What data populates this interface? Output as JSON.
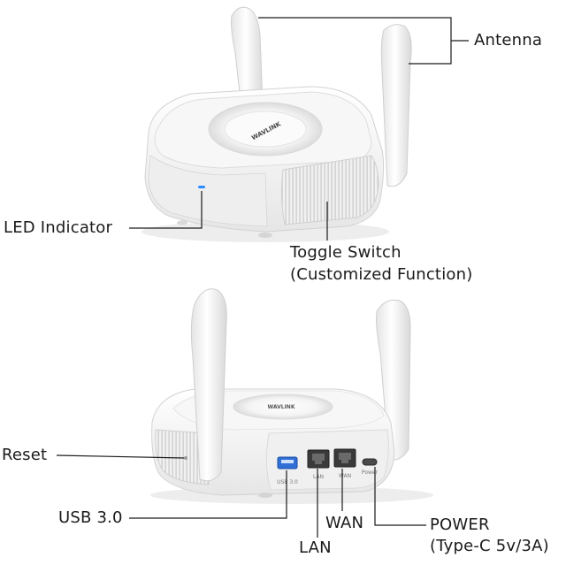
{
  "brand": {
    "logo_text": "WAVLINK"
  },
  "ports": {
    "usb_label": "USB 3.0",
    "lan_label": "LAN",
    "wan_label": "WAN",
    "power_label": "Power"
  },
  "callouts": {
    "antenna": "Antenna",
    "led_indicator": "LED Indicator",
    "toggle_switch_line1": "Toggle Switch",
    "toggle_switch_line2": "(Customized Function)",
    "reset": "Reset",
    "usb": "USB 3.0",
    "wan": "WAN",
    "lan": "LAN",
    "power_line1": "POWER",
    "power_line2": "(Type-C 5v/3A)"
  },
  "colors": {
    "device_body": "#f3f3f3",
    "device_shadow": "#d9d9d9",
    "led": "#2a8cff",
    "usb_port": "#2f6fd6",
    "line": "#1a1a1a"
  }
}
